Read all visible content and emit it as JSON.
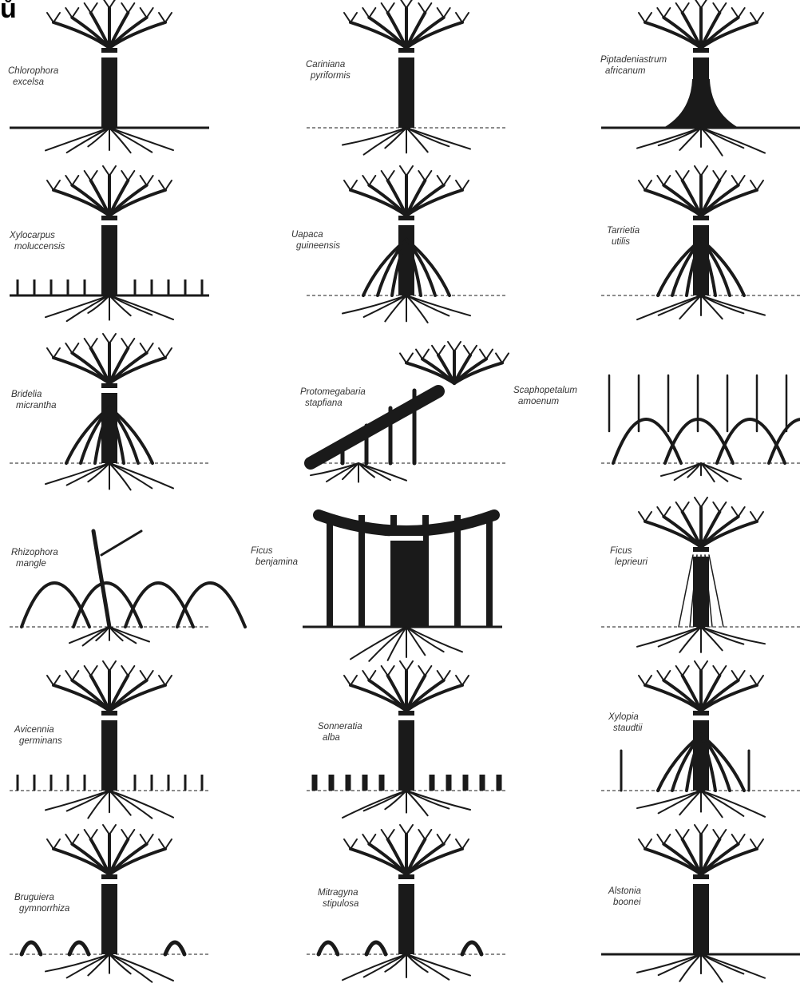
{
  "corner_text": "ů",
  "colors": {
    "ink": "#1a1a1a",
    "paper": "#ffffff",
    "label": "#333333"
  },
  "panels": [
    {
      "id": "chlorophora",
      "label": [
        "Chlorophora",
        "excelsa"
      ],
      "type": "buttress-spread"
    },
    {
      "id": "cariniana",
      "label": [
        "Cariniana",
        "pyriformis"
      ],
      "type": "plain"
    },
    {
      "id": "piptadeniastrum",
      "label": [
        "Piptadeniastrum",
        "africanum"
      ],
      "type": "plank-buttress"
    },
    {
      "id": "xylocarpus",
      "label": [
        "Xylocarpus",
        "moluccensis"
      ],
      "type": "knee-pegs"
    },
    {
      "id": "uapaca",
      "label": [
        "Uapaca",
        "guineensis"
      ],
      "type": "stilt"
    },
    {
      "id": "tarrietia",
      "label": [
        "Tarrietia",
        "utilis"
      ],
      "type": "flying-buttress"
    },
    {
      "id": "bridelia",
      "label": [
        "Bridelia",
        "micrantha"
      ],
      "type": "spiny-stilt"
    },
    {
      "id": "protomegabaria",
      "label": [
        "Protomegabaria",
        "stapfiana"
      ],
      "type": "leaning"
    },
    {
      "id": "scaphopetalum",
      "label": [
        "Scaphopetalum",
        "amoenum"
      ],
      "type": "arching"
    },
    {
      "id": "rhizophora",
      "label": [
        "Rhizophora",
        "mangle"
      ],
      "type": "mangrove-arches"
    },
    {
      "id": "ficus_benjamina",
      "label": [
        "Ficus",
        "benjamina"
      ],
      "type": "banyan"
    },
    {
      "id": "ficus_leprieuri",
      "label": [
        "Ficus",
        "leprieuri"
      ],
      "type": "strangler"
    },
    {
      "id": "avicennia",
      "label": [
        "Avicennia",
        "germinans"
      ],
      "type": "pneumatophores-thin"
    },
    {
      "id": "sonneratia",
      "label": [
        "Sonneratia",
        "alba"
      ],
      "type": "pneumatophores-thick"
    },
    {
      "id": "xylopia",
      "label": [
        "Xylopia",
        "staudtii"
      ],
      "type": "stilt-aerial"
    },
    {
      "id": "bruguiera",
      "label": [
        "Bruguiera",
        "gymnorrhiza"
      ],
      "type": "knee-loops"
    },
    {
      "id": "mitragyna",
      "label": [
        "Mitragyna",
        "stipulosa"
      ],
      "type": "loop-roots"
    },
    {
      "id": "alstonia",
      "label": [
        "Alstonia",
        "boonei"
      ],
      "type": "surface-spread"
    }
  ]
}
